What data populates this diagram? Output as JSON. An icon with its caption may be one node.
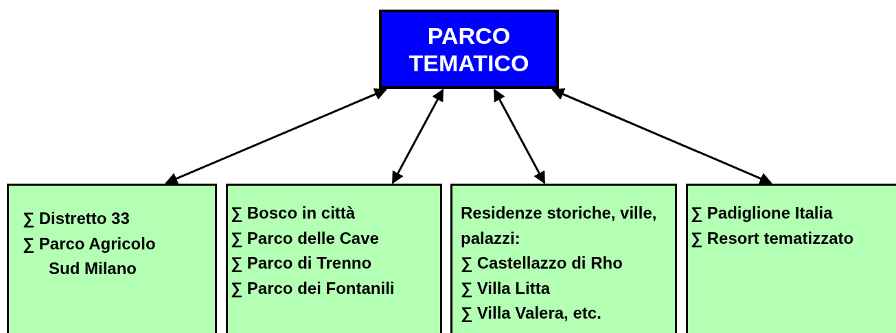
{
  "diagram": {
    "nodes": [
      {
        "text": [
          "PARCO TEMATICO"
        ]
      },
      {
        "text": [
          "∑ Distretto 33",
          "∑ Parco Agricolo Sud Milano"
        ]
      },
      {
        "text": [
          "∑ Bosco in città",
          "∑ Parco delle Cave",
          "∑ Parco di Trenno",
          "∑ Parco dei Fontanili"
        ]
      },
      {
        "text": [
          "Residenze storiche, ville, palazzi:",
          "∑ Castellazzo di Rho",
          "∑ Villa Litta",
          "∑ Villa Valera, etc."
        ]
      },
      {
        "text": [
          "∑ Padiglione Italia",
          "∑ Resort tematizzato"
        ]
      }
    ],
    "edges": [
      {
        "from": 0,
        "to": 1,
        "arrow": "both"
      },
      {
        "from": 0,
        "to": 2,
        "arrow": "both"
      },
      {
        "from": 0,
        "to": 3,
        "arrow": "both"
      },
      {
        "from": 0,
        "to": 4,
        "arrow": "both"
      }
    ]
  }
}
